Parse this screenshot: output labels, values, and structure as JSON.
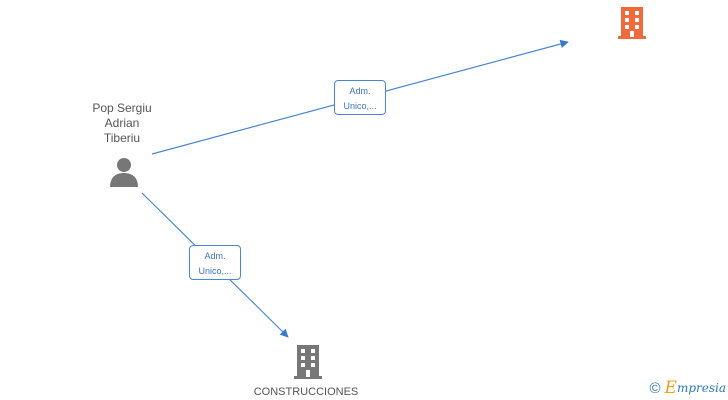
{
  "person": {
    "name_lines": [
      "Pop Sergiu",
      "Adrian",
      "Tiberiu"
    ],
    "icon": "person-icon"
  },
  "companies": [
    {
      "label": "",
      "icon": "building-icon",
      "color": "#f26a3b"
    },
    {
      "label": "CONSTRUCCIONES",
      "icon": "building-icon",
      "color": "#777777"
    }
  ],
  "relations": [
    {
      "role_lines": [
        "Adm.",
        "Unico,..."
      ]
    },
    {
      "role_lines": [
        "Adm.",
        "Unico,..."
      ]
    }
  ],
  "colors": {
    "edge": "#4a86d4",
    "accent": "#f26a3b",
    "node": "#777777"
  },
  "footer": {
    "copyright": "©",
    "brand_first": "E",
    "brand_rest": "mpresia"
  }
}
